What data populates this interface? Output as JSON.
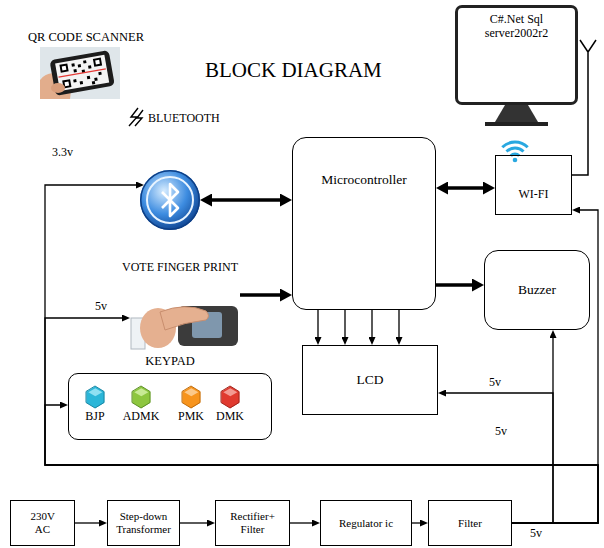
{
  "diagram": {
    "title": "BLOCK DIAGRAM",
    "nodes": [
      {
        "text": [
          "QR CODE SCANNER"
        ]
      },
      {
        "text": [
          "BLUETOOTH"
        ]
      },
      {
        "text": [
          "VOTE FINGER PRINT"
        ]
      },
      {
        "text": [
          "KEYPAD"
        ]
      },
      {
        "text": [
          "BJP"
        ],
        "in": 3
      },
      {
        "text": [
          "ADMK"
        ],
        "in": 3
      },
      {
        "text": [
          "PMK"
        ],
        "in": 3
      },
      {
        "text": [
          "DMK"
        ],
        "in": 3
      },
      {
        "text": [
          "Microcontroller"
        ]
      },
      {
        "text": [
          "WI-FI"
        ]
      },
      {
        "text": [
          "Buzzer"
        ]
      },
      {
        "text": [
          "LCD"
        ]
      },
      {
        "text": [
          "C#.Net Sql server2002r2"
        ]
      },
      {
        "text": [
          "230V AC"
        ]
      },
      {
        "text": [
          "Step-down Transformer"
        ]
      },
      {
        "text": [
          "Rectifier+ Filter"
        ]
      },
      {
        "text": [
          "Regulator ic"
        ]
      },
      {
        "text": [
          "Filter"
        ]
      }
    ],
    "edges": [
      {
        "from": 1,
        "to": 8,
        "arrow": "both"
      },
      {
        "from": 8,
        "to": 9,
        "arrow": "both"
      },
      {
        "from": 2,
        "to": 8,
        "arrow": "to"
      },
      {
        "from": 8,
        "to": 10,
        "arrow": "to"
      },
      {
        "from": 8,
        "to": 11,
        "arrow": "to"
      },
      {
        "from": 8,
        "to": 11,
        "arrow": "to"
      },
      {
        "from": 8,
        "to": 11,
        "arrow": "to"
      },
      {
        "from": 8,
        "to": 11,
        "arrow": "to"
      },
      {
        "from": 13,
        "to": 14,
        "arrow": "to"
      },
      {
        "from": 14,
        "to": 15,
        "arrow": "to"
      },
      {
        "from": 15,
        "to": 16,
        "arrow": "to"
      },
      {
        "from": 16,
        "to": 17,
        "arrow": "to"
      },
      {
        "from": 17,
        "to": 10,
        "arrow": "to"
      },
      {
        "from": 17,
        "to": 11,
        "arrow": "to"
      },
      {
        "from": 17,
        "to": 9,
        "arrow": "to"
      },
      {
        "from": 17,
        "to": 1,
        "arrow": "to"
      },
      {
        "from": 17,
        "to": 2,
        "arrow": "to"
      },
      {
        "from": 17,
        "to": 3,
        "arrow": "to"
      }
    ],
    "labels": [
      "3.3v",
      "5v",
      "5v",
      "5v",
      "5v"
    ]
  }
}
